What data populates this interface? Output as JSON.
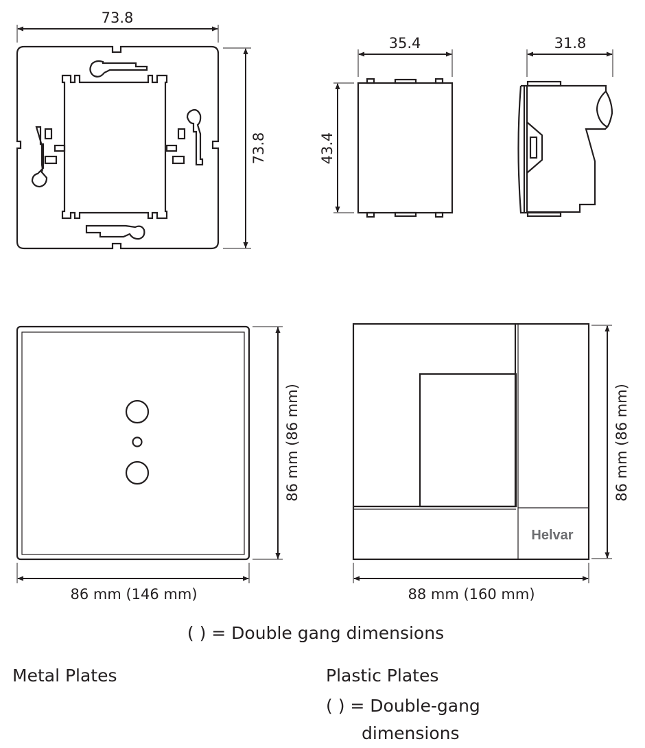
{
  "dimensions": {
    "mounting_frame_width": "73.8",
    "mounting_frame_height": "73.8",
    "module_width": "35.4",
    "module_height": "43.4",
    "module_depth": "31.8",
    "metal_plate_height": "86 mm (86 mm)",
    "metal_plate_width": "86 mm (146 mm)",
    "plastic_plate_height": "86 mm (86 mm)",
    "plastic_plate_width": "88 mm (160 mm)"
  },
  "brand_logo": "Helvar",
  "captions": {
    "double_gang_note": "( ) = Double gang dimensions",
    "metal_plates": "Metal Plates",
    "plastic_plates": "Plastic Plates",
    "plastic_note_line1": "( ) = Double-gang",
    "plastic_note_line2": "dimensions"
  }
}
